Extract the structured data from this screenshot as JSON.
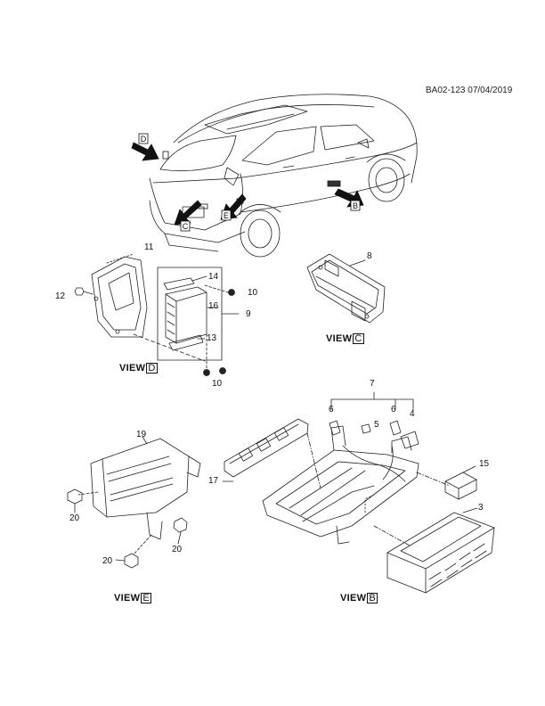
{
  "doc_ref": "BA02-123 07/04/2019",
  "arrows": [
    {
      "id": "D",
      "letter": "D"
    },
    {
      "id": "C",
      "letter": "C"
    },
    {
      "id": "E",
      "letter": "E"
    },
    {
      "id": "B",
      "letter": "B"
    }
  ],
  "callouts": {
    "c11": "11",
    "c12": "12",
    "c14": "14",
    "c10a": "10",
    "c16": "16",
    "c9": "9",
    "c13": "13",
    "c10b": "10",
    "c8": "8",
    "c7": "7",
    "c6a": "6",
    "c6b": "6",
    "c5": "5",
    "c4": "4",
    "c15": "15",
    "c3": "3",
    "c17": "17",
    "c19": "19",
    "c20a": "20",
    "c20b": "20",
    "c20c": "20"
  },
  "views": {
    "d": {
      "prefix": "VIEW",
      "letter": "D"
    },
    "c": {
      "prefix": "VIEW",
      "letter": "C"
    },
    "e": {
      "prefix": "VIEW",
      "letter": "E"
    },
    "b": {
      "prefix": "VIEW",
      "letter": "B"
    }
  }
}
